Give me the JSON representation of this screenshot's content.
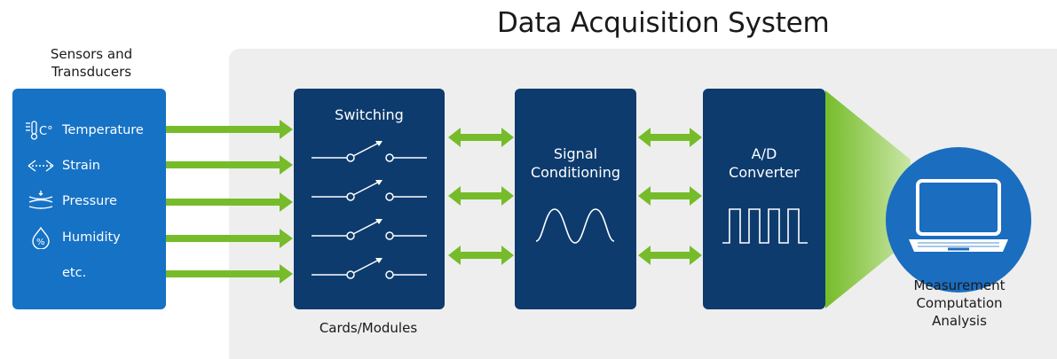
{
  "title": "Data Acquisition System",
  "sensors": {
    "heading_line1": "Sensors and",
    "heading_line2": "Transducers",
    "items": [
      {
        "label": "Temperature",
        "icon": "thermometer-icon"
      },
      {
        "label": "Strain",
        "icon": "strain-icon"
      },
      {
        "label": "Pressure",
        "icon": "pressure-icon"
      },
      {
        "label": "Humidity",
        "icon": "humidity-icon"
      },
      {
        "label": "etc.",
        "icon": ""
      }
    ]
  },
  "switching": {
    "title": "Switching",
    "caption": "Cards/Modules",
    "switch_count": 4
  },
  "signal_conditioning": {
    "title_line1": "Signal",
    "title_line2": "Conditioning"
  },
  "ad_converter": {
    "title_line1": "A/D",
    "title_line2": "Converter"
  },
  "output": {
    "line1": "Measurement",
    "line2": "Computation",
    "line3": "Analysis"
  },
  "colors": {
    "sensor_blue": "#1672c5",
    "module_navy": "#0d3b6e",
    "arrow_green": "#76bc2a",
    "panel_gray": "#eeeeee",
    "laptop_blue": "#1a6dbf"
  }
}
